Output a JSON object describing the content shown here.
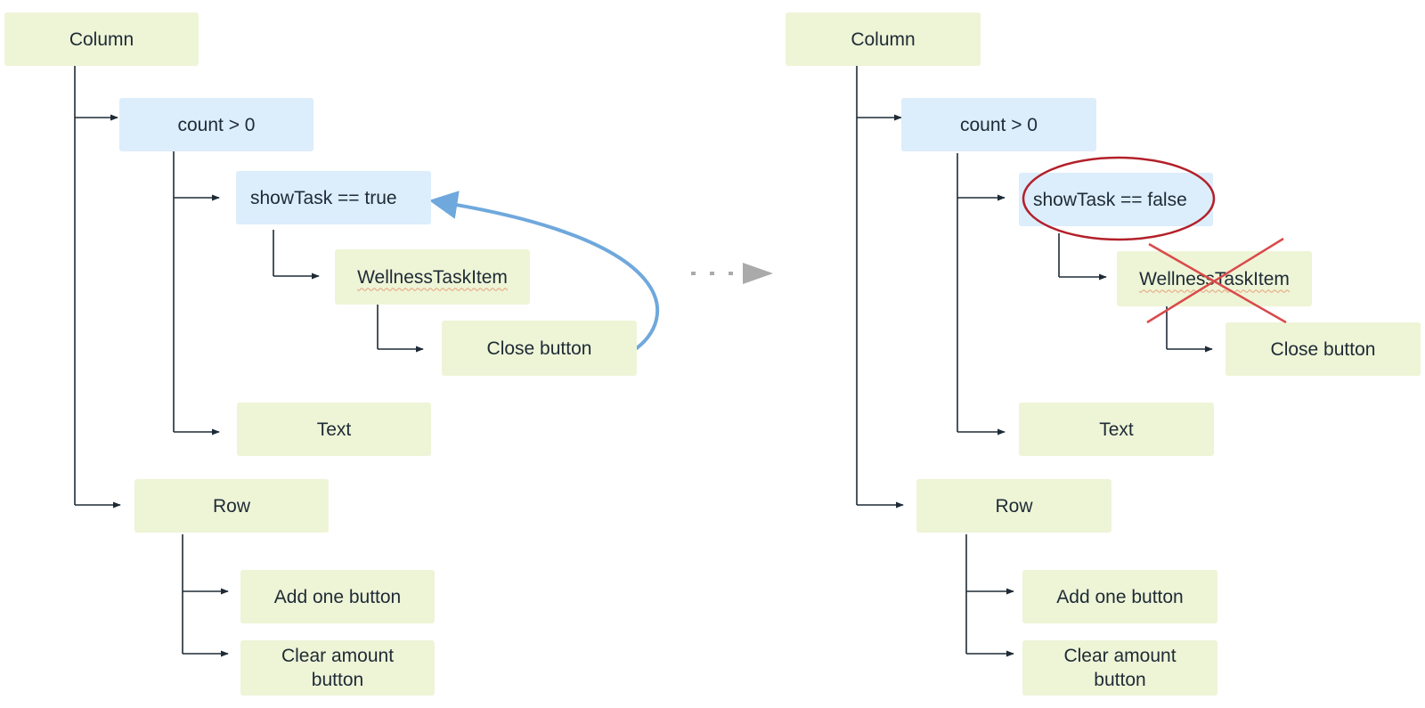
{
  "left_tree": {
    "column": "Column",
    "count": "count > 0",
    "show_task": "showTask == true",
    "wellness": "WellnessTaskItem",
    "close": "Close button",
    "text": "Text",
    "row": "Row",
    "add_one": "Add one button",
    "clear_amount": "Clear amount\nbutton"
  },
  "right_tree": {
    "column": "Column",
    "count": "count > 0",
    "show_task": "showTask == false",
    "wellness": "WellnessTaskItem",
    "close": "Close button",
    "text": "Text",
    "row": "Row",
    "add_one": "Add one button",
    "clear_amount": "Clear amount\nbutton"
  },
  "colors": {
    "node_fill": "#eef4d6",
    "condition_fill": "#dcedfb",
    "connector": "#1e2b36",
    "feedback_arrow": "#6fa8dc",
    "transition_arrow": "#aaaaaa",
    "highlight": "#b3202a"
  }
}
